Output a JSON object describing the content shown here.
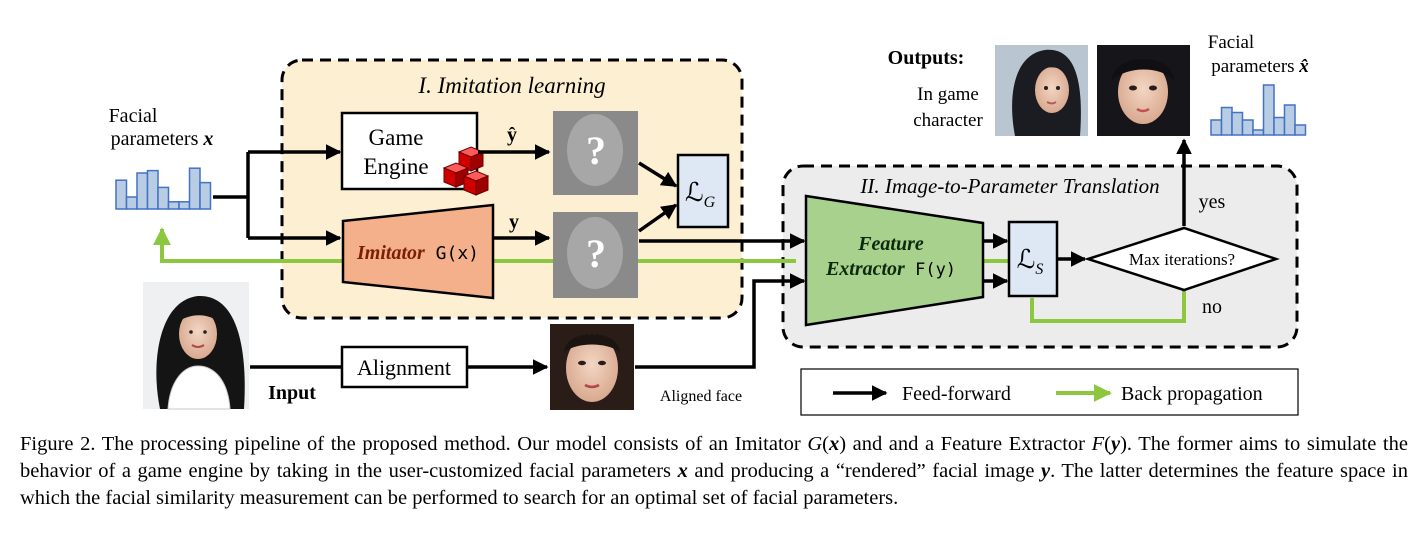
{
  "imitation_section": {
    "title": "I. Imitation learning"
  },
  "translation_section": {
    "title": "II. Image-to-Parameter Translation"
  },
  "facial_params_input": {
    "line1": "Facial",
    "line2": "parameters",
    "symbol": "x",
    "bars": [
      0.6,
      0.25,
      0.75,
      0.8,
      0.45,
      0.15,
      0.15,
      0.85,
      0.55
    ]
  },
  "game_engine": {
    "line1": "Game",
    "line2": "Engine"
  },
  "imitator": {
    "label": "Imitator",
    "formula": "G(x)"
  },
  "outputs_top": {
    "y_hat": "ŷ",
    "y": "y"
  },
  "rendered_placeholder": {
    "mark": "?"
  },
  "loss_g": {
    "main": "ℒ",
    "sub": "G"
  },
  "loss_s": {
    "main": "ℒ",
    "sub": "S"
  },
  "feature_extractor": {
    "line1": "Feature",
    "line2": "Extractor",
    "formula": "F(y)"
  },
  "decision": {
    "label": "Max iterations?",
    "yes": "yes",
    "no": "no"
  },
  "outputs": {
    "title": "Outputs:",
    "line1": "In game",
    "line2": "character"
  },
  "facial_params_output": {
    "line1": "Facial",
    "line2": "parameters",
    "symbol": "x̂",
    "bars": [
      0.3,
      0.55,
      0.45,
      0.3,
      0.1,
      1.0,
      0.35,
      0.6,
      0.2
    ]
  },
  "input": {
    "label": "Input"
  },
  "alignment": {
    "label": "Alignment"
  },
  "aligned_face": {
    "label": "Aligned face"
  },
  "legend": {
    "feed_forward": "Feed-forward",
    "back_propagation": "Back propagation"
  },
  "colors": {
    "green": "#8dc63f",
    "bar_fill": "#b8cce4",
    "bar_stroke": "#4472c4",
    "imitation_bg": "#fdf0d2",
    "translation_bg": "#ececec",
    "imitator_fill": "#f4b08a",
    "extractor_fill": "#a9d18e",
    "loss_fill": "#dde8f4"
  },
  "caption": {
    "s1": "Figure 2. The processing pipeline of the proposed method. Our model consists of an Imitator ",
    "g": "G",
    "px": "x",
    "s2": " and and a Feature Extractor ",
    "f": "F",
    "py": "y",
    "s3": ". The former aims to simulate the behavior of a game engine by taking in the user-customized facial parameters ",
    "x": "x",
    "s4": " and producing a “rendered” facial image ",
    "y": "y",
    "s5": ". The latter determines the feature space in which the facial similarity measurement can be performed to search for an optimal set of facial parameters."
  }
}
